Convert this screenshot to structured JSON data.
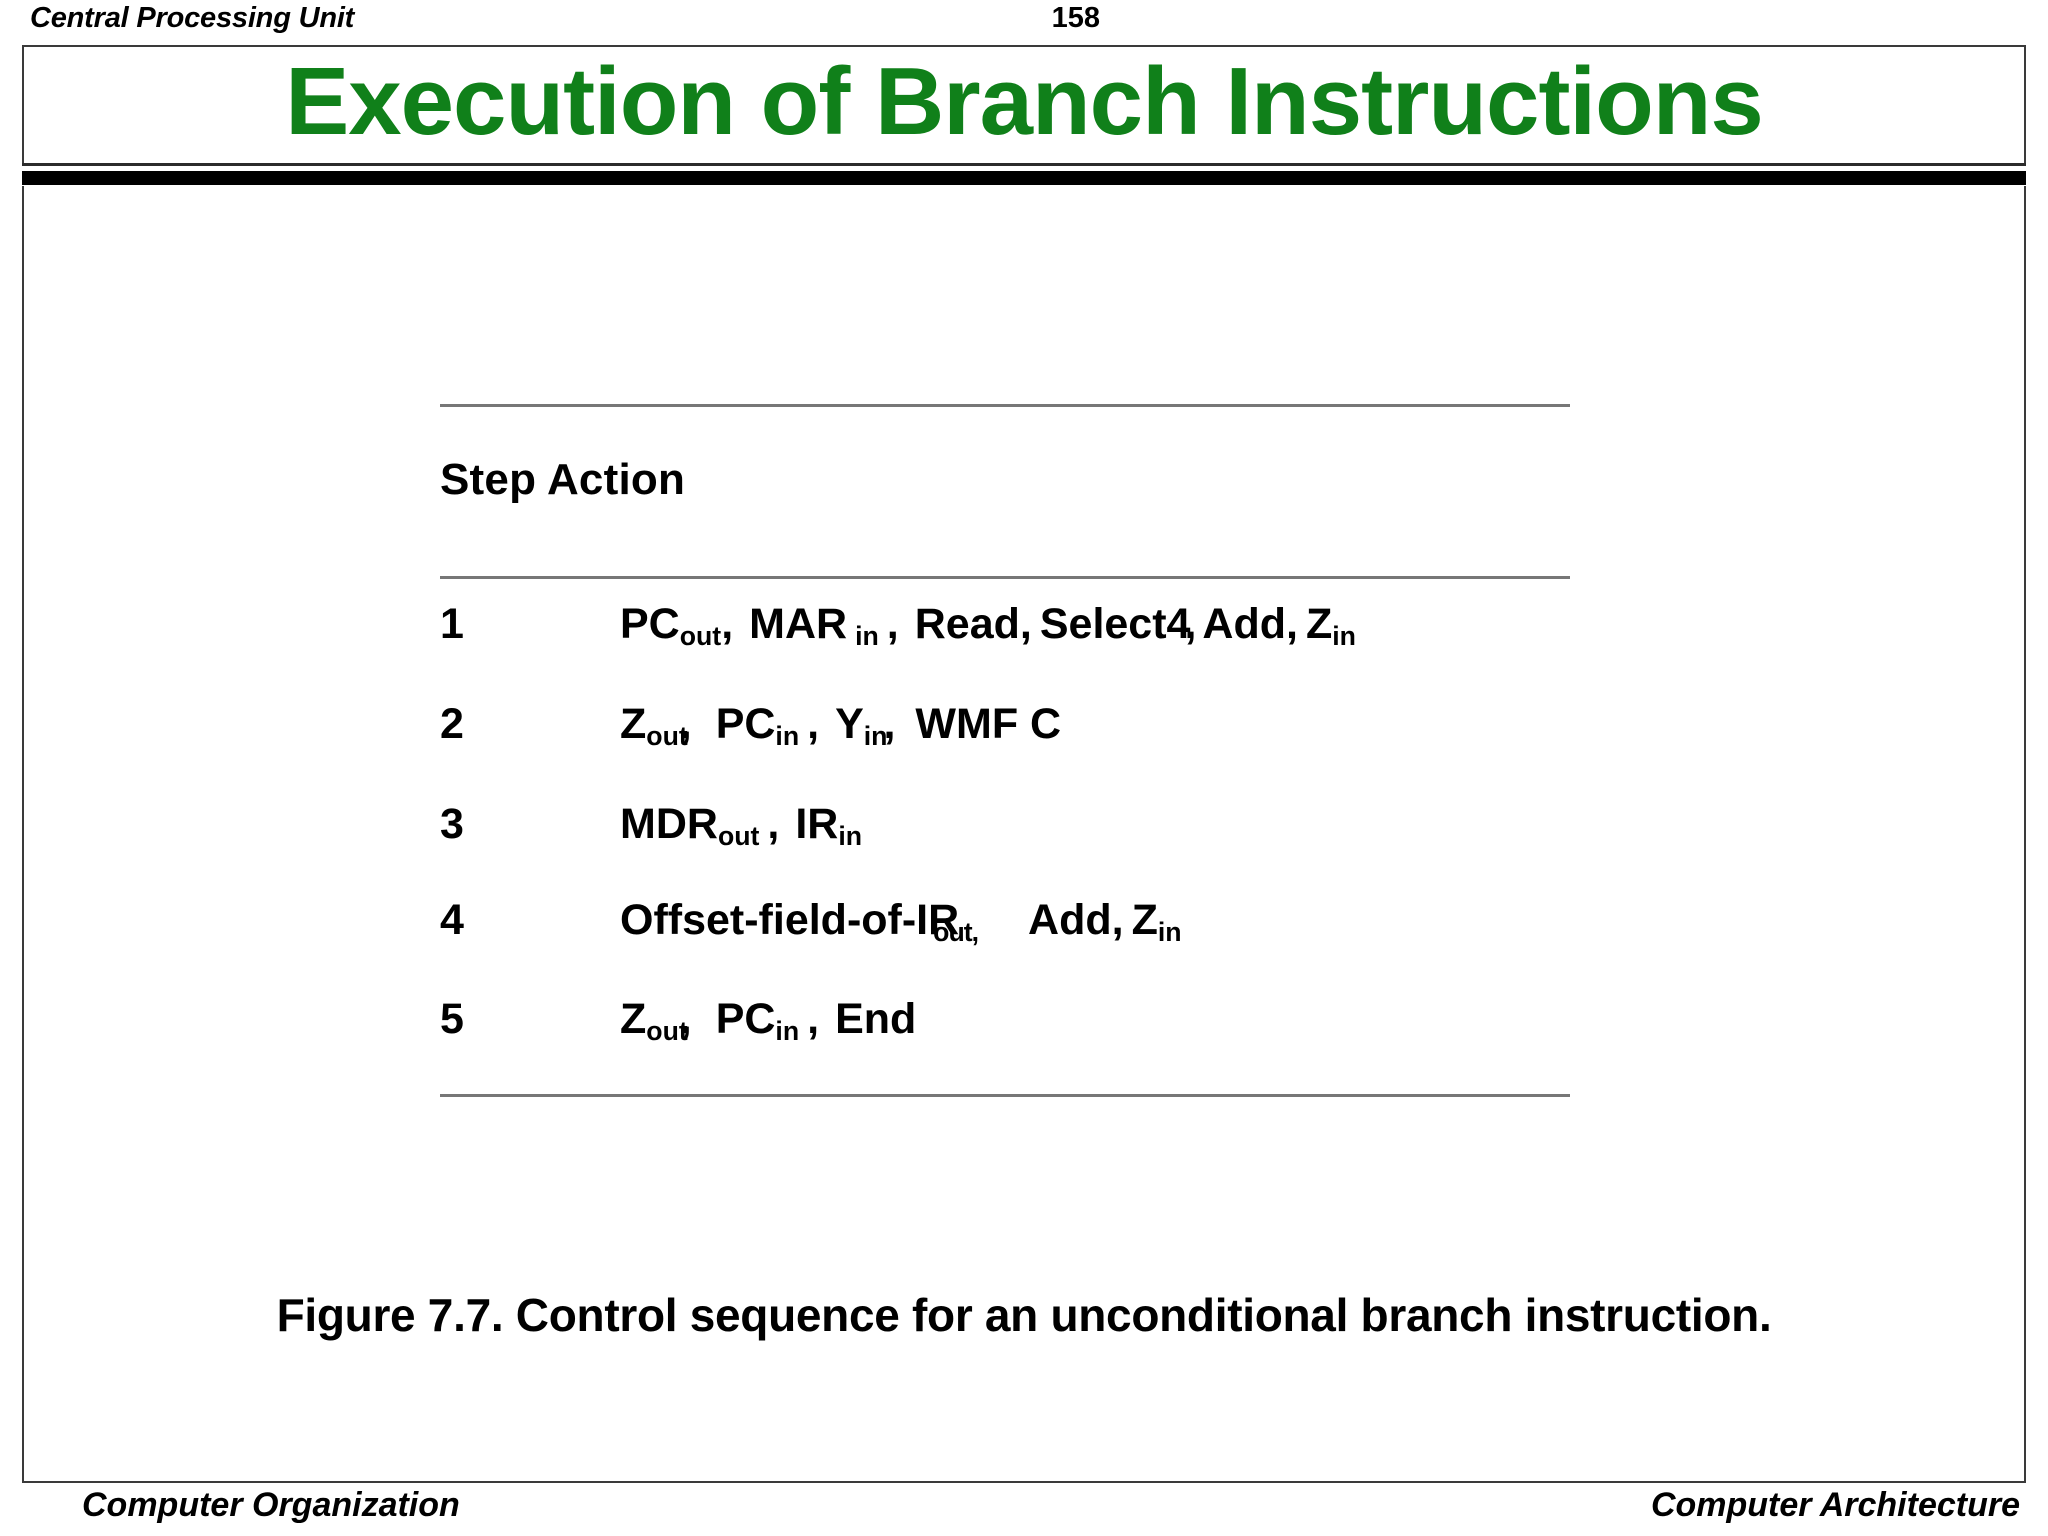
{
  "slide": {
    "header_left": "Central Processing Unit",
    "page_number": "158",
    "title": "Execution of Branch Instructions",
    "title_color": "#10801a",
    "caption": "Figure 7.7.  Control sequence for an unconditional branch instruction.",
    "footer_left": "Computer Organization",
    "footer_right": "Computer Architecture"
  },
  "table": {
    "header_label": "Step Action",
    "column_headers": [
      "Step",
      "Action"
    ],
    "rows": [
      {
        "step": "1",
        "action_plain": "PCout, MARin, Read, Select4, Add, Zin",
        "parts": [
          {
            "base": "PC",
            "sub": "out",
            "sep": ",",
            "gap": "md"
          },
          {
            "base": "MAR",
            "sub": "in",
            "sep": ",",
            "gap": "md"
          },
          {
            "base": "Read",
            "sub": "",
            "sep": ",",
            "gap": "sm"
          },
          {
            "base": "Select4",
            "sub": "",
            "sep": ",",
            "gap": "none"
          },
          {
            "base": "Add",
            "sub": "",
            "sep": ",",
            "gap": "sm"
          },
          {
            "base": "Z",
            "sub": "in",
            "sep": "",
            "gap": "none"
          }
        ]
      },
      {
        "step": "2",
        "action_plain": "Zout, PCin, Yin, WMFC",
        "parts": [
          {
            "base": "Z",
            "sub": "out",
            "sep": ",",
            "gap": "md"
          },
          {
            "base": "PC",
            "sub": "in",
            "sep": ",",
            "gap": "md"
          },
          {
            "base": "Y",
            "sub": "in",
            "sep": ",",
            "gap": "md"
          },
          {
            "base": "WMF C",
            "sub": "",
            "sep": "",
            "gap": "none"
          }
        ]
      },
      {
        "step": "3",
        "action_plain": "MDRout, IRin",
        "parts": [
          {
            "base": "MDR",
            "sub": "out",
            "sep": ",",
            "gap": "md"
          },
          {
            "base": "IR",
            "sub": "in",
            "sep": "",
            "gap": "none"
          }
        ]
      },
      {
        "step": "4",
        "action_plain": "Offset-field-of-IRout, Add, Zin",
        "parts": [
          {
            "base": "Offset-field-of-IR",
            "sub": "out",
            "sep": ",",
            "gap": "lg"
          },
          {
            "base": "Add",
            "sub": "",
            "sep": ",",
            "gap": "sm"
          },
          {
            "base": "Z",
            "sub": "in",
            "sep": "",
            "gap": "none"
          }
        ]
      },
      {
        "step": "5",
        "action_plain": "Zout, PCin, End",
        "parts": [
          {
            "base": "Z",
            "sub": "out",
            "sep": ",",
            "gap": "md"
          },
          {
            "base": "PC",
            "sub": "in",
            "sep": ",",
            "gap": "md"
          },
          {
            "base": "End",
            "sub": "",
            "sep": "",
            "gap": "none"
          }
        ]
      }
    ]
  }
}
